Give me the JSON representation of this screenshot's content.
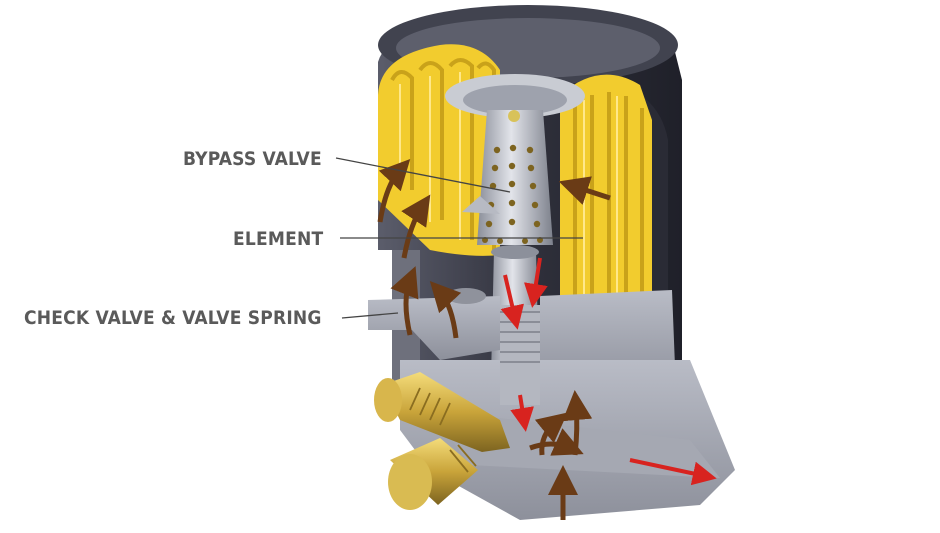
{
  "labels": {
    "bypass_valve": "BYPASS VALVE",
    "element": "ELEMENT",
    "check_valve": "CHECK VALVE & VALVE SPRING"
  },
  "colors": {
    "background": "#ffffff",
    "label_text": "#5a5a5a",
    "leader_line": "#444444",
    "housing_dark": "#3a3b48",
    "housing_mid": "#6b6d7c",
    "metal_light": "#c9ccd3",
    "filter_yellow": "#f2cc2e",
    "filter_shadow": "#c9a21a",
    "brass": "#c9a43a",
    "flow_dirty": "#6a3b16",
    "flow_clean": "#d8231f"
  },
  "icons": [
    "dirty-oil-flow-arrow",
    "clean-oil-flow-arrow"
  ]
}
